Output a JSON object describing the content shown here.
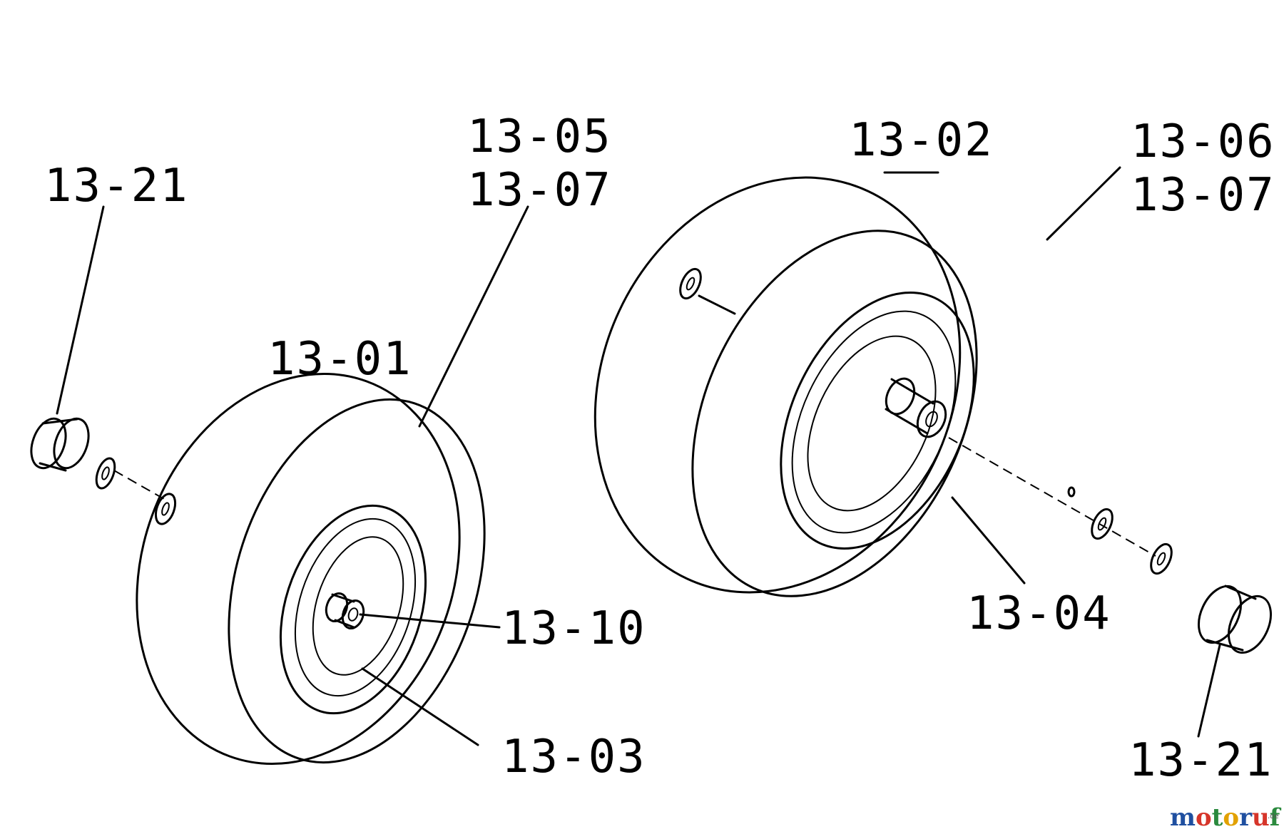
{
  "callouts": {
    "left_washer_cap": "13-21",
    "left_tire_a": "13-05",
    "left_tire_b": "13-07",
    "left_wheel": "13-01",
    "left_bearing": "13-10",
    "left_rim": "13-03",
    "right_wheel": "13-02",
    "right_tire_a": "13-06",
    "right_tire_b": "13-07",
    "right_rim": "13-04",
    "right_washer_cap": "13-21"
  },
  "watermark": {
    "brand_colored": [
      "m",
      "o",
      "t",
      "o",
      "r",
      "u",
      "f"
    ],
    "brand_colors": [
      "#1f4fa0",
      "#d6352a",
      "#2b8a3e",
      "#e2a100",
      "#1f4fa0",
      "#d6352a",
      "#2b8a3e"
    ],
    "suffix": ".de"
  }
}
